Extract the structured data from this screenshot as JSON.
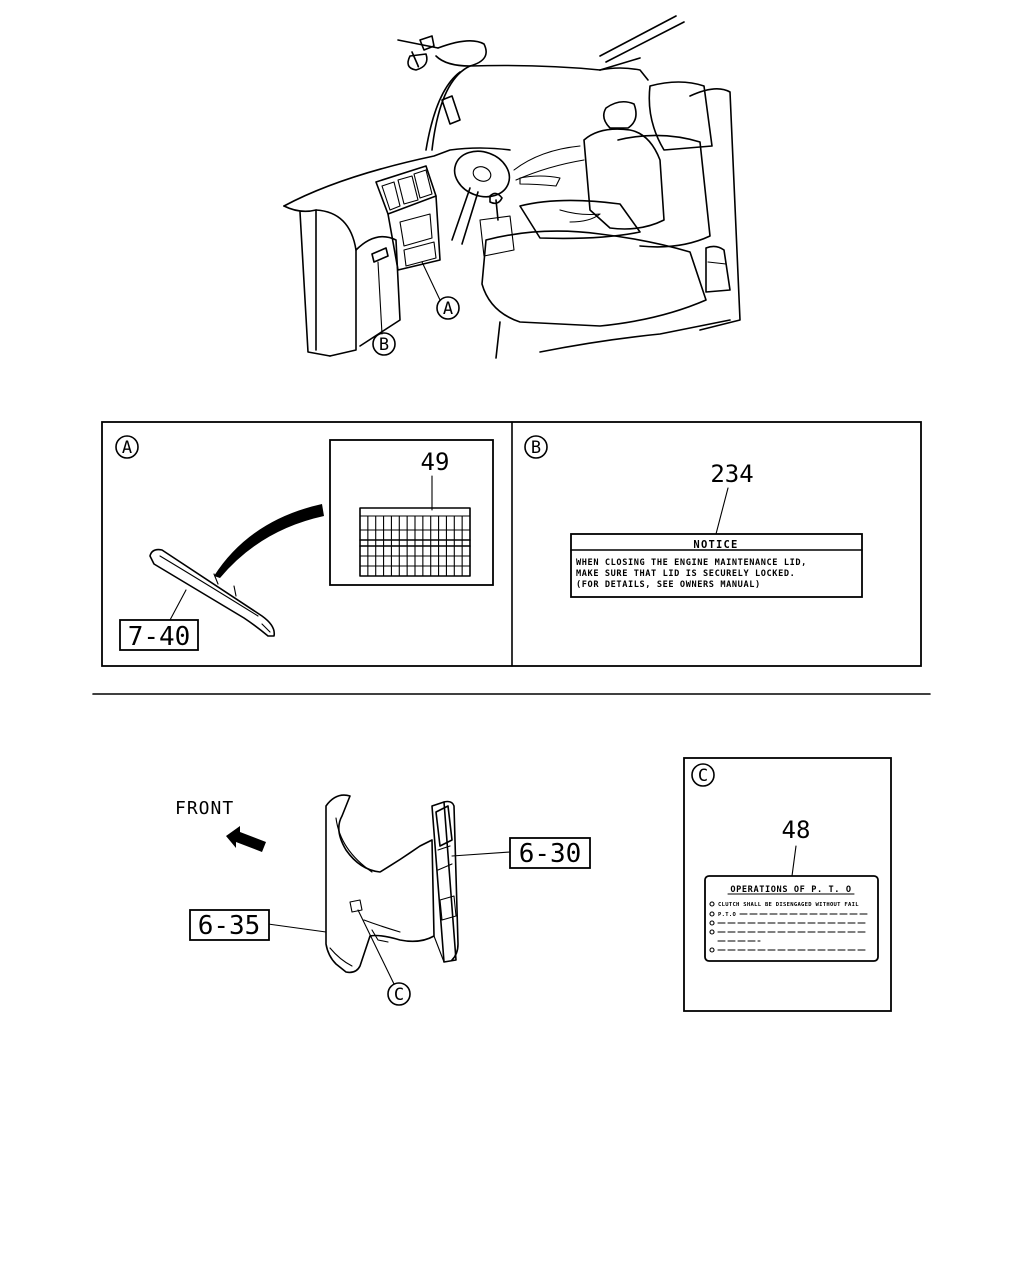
{
  "callouts": {
    "a": "A",
    "b": "B",
    "c": "C"
  },
  "panel_a": {
    "letter": "A",
    "part_number": "49",
    "ref_code": "7-40"
  },
  "panel_b": {
    "letter": "B",
    "part_number": "234",
    "label": {
      "title": "NOTICE",
      "lines": [
        "WHEN CLOSING THE ENGINE MAINTENANCE LID,",
        "MAKE SURE THAT LID IS SECURELY LOCKED.",
        "(FOR DETAILS, SEE OWNERS MANUAL)"
      ]
    }
  },
  "lower": {
    "direction": "FRONT",
    "ref_codes": [
      "6-30",
      "6-35"
    ]
  },
  "panel_c": {
    "letter": "C",
    "part_number": "48",
    "label": {
      "title": "OPERATIONS OF P. T. O",
      "lines": [
        "CLUTCH SHALL BE DISENGAGED WITHOUT FAIL",
        "P.T.O"
      ]
    }
  },
  "colors": {
    "ink": "#000000",
    "paper": "#ffffff"
  }
}
